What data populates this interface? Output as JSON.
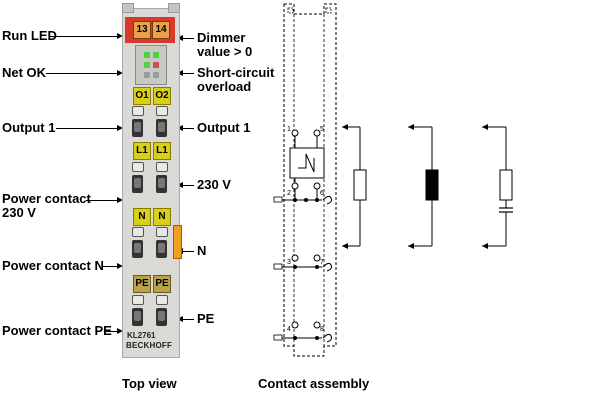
{
  "labels_left": {
    "run_led": "Run LED",
    "net_ok": "Net OK",
    "output1": "Output 1",
    "power_contact_230": "Power contact\n230 V",
    "power_contact_n": "Power contact N",
    "power_contact_pe": "Power contact PE"
  },
  "labels_right": {
    "dimmer": "Dimmer\nvalue > 0",
    "short_circuit": "Short-circuit\noverload",
    "output1": "Output 1",
    "v230": "230 V",
    "n": "N",
    "pe": "PE"
  },
  "terminal": {
    "top_numbers": [
      "13",
      "14"
    ],
    "tags_o": [
      "O1",
      "O2"
    ],
    "tags_l": [
      "L1",
      "L1"
    ],
    "tags_n": [
      "N",
      "N"
    ],
    "tags_pe": [
      "PE",
      "PE"
    ],
    "model": "KL2761",
    "brand": "BECKHOFF"
  },
  "schematic": {
    "pins": [
      "1",
      "5",
      "2",
      "6",
      "3",
      "7",
      "4",
      "8"
    ]
  },
  "captions": {
    "top_view": "Top view",
    "contact_assembly": "Contact assembly"
  },
  "colors": {
    "header_red": "#d73a2a",
    "label_yellow": "#d8cf1a",
    "pe_tag": "#b9a24a",
    "orange_contact": "#f0a020",
    "led_green": "#4cd23a"
  }
}
